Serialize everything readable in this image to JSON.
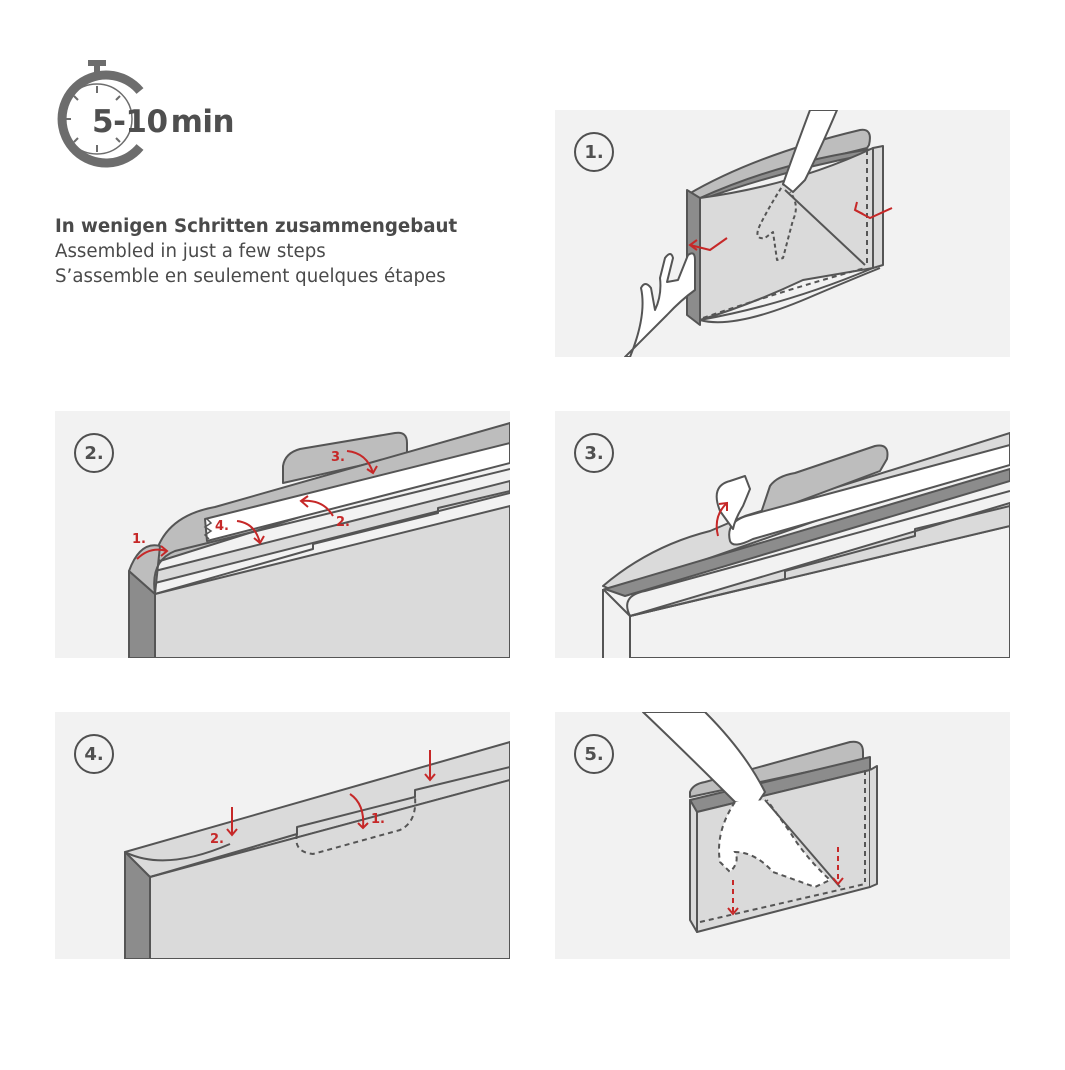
{
  "timer": {
    "duration": "5-10",
    "unit": "min"
  },
  "intro": {
    "german": "In wenigen Schritten zusammengebaut",
    "english": "Assembled in just a few steps",
    "french": "S’assemble en seulement quelques étapes"
  },
  "steps": [
    {
      "badge": "1.",
      "arrow_labels": []
    },
    {
      "badge": "2.",
      "arrow_labels": [
        "1.",
        "2.",
        "3.",
        "4."
      ]
    },
    {
      "badge": "3.",
      "arrow_labels": []
    },
    {
      "badge": "4.",
      "arrow_labels": [
        "1.",
        "2."
      ]
    },
    {
      "badge": "5.",
      "arrow_labels": []
    }
  ],
  "colors": {
    "panel_bg": "#f2f2f2",
    "outline": "#555555",
    "surface_light": "#dadada",
    "surface_mid": "#bdbdbd",
    "surface_dark": "#8c8c8c",
    "arrow_red": "#c62828",
    "text": "#4a4a4a"
  }
}
